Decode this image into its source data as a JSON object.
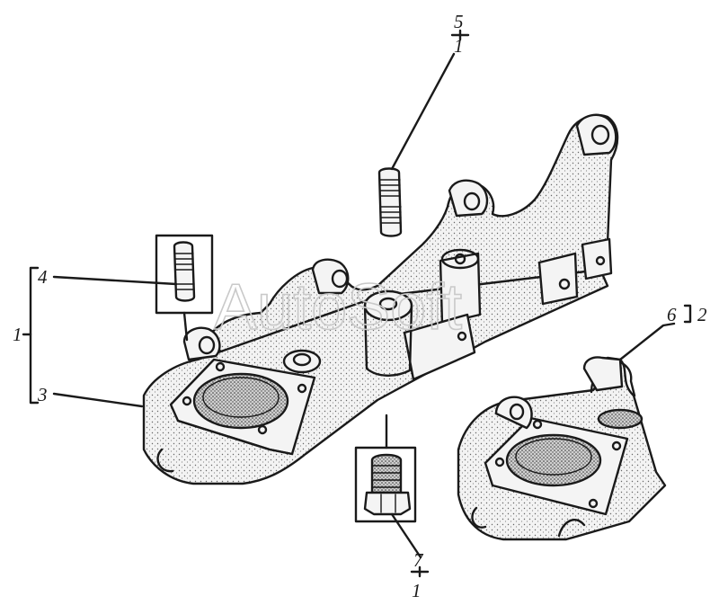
{
  "callouts": {
    "c5": "5",
    "c5_sub": "1",
    "c4": "4",
    "c1": "1",
    "c3": "3",
    "c6": "6",
    "c2": "2",
    "c7": "7",
    "c7_sub": "1"
  },
  "watermark": "AutoSoft",
  "colors": {
    "ink": "#1a1a1a",
    "paper": "#ffffff",
    "watermark": "#c9c9c9"
  }
}
